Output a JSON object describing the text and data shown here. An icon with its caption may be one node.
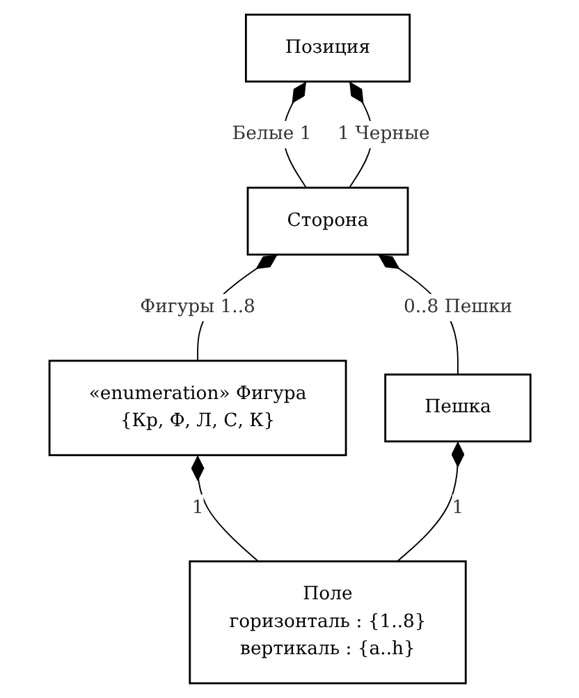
{
  "diagram": {
    "nodes": [
      {
        "text": [
          "Позиция"
        ]
      },
      {
        "text": [
          "Сторона"
        ]
      },
      {
        "text": [
          "«enumeration» Фигура",
          "{Кр, Ф, Л, С, К}"
        ]
      },
      {
        "text": [
          "Пешка"
        ]
      },
      {
        "text": [
          "Поле",
          "горизонталь : {1..8}",
          "вертикаль : {a..h}"
        ]
      }
    ],
    "edges": [
      {
        "from": 0,
        "to": 1,
        "arrow": "other",
        "label": "Белые 1"
      },
      {
        "from": 0,
        "to": 1,
        "arrow": "other",
        "label": "1 Черные"
      },
      {
        "from": 1,
        "to": 2,
        "arrow": "other",
        "label": "Фигуры 1..8"
      },
      {
        "from": 1,
        "to": 3,
        "arrow": "other",
        "label": "0..8 Пешки"
      },
      {
        "from": 2,
        "to": 4,
        "arrow": "other",
        "label": "1"
      },
      {
        "from": 3,
        "to": 4,
        "arrow": "other",
        "label": "1"
      }
    ]
  }
}
